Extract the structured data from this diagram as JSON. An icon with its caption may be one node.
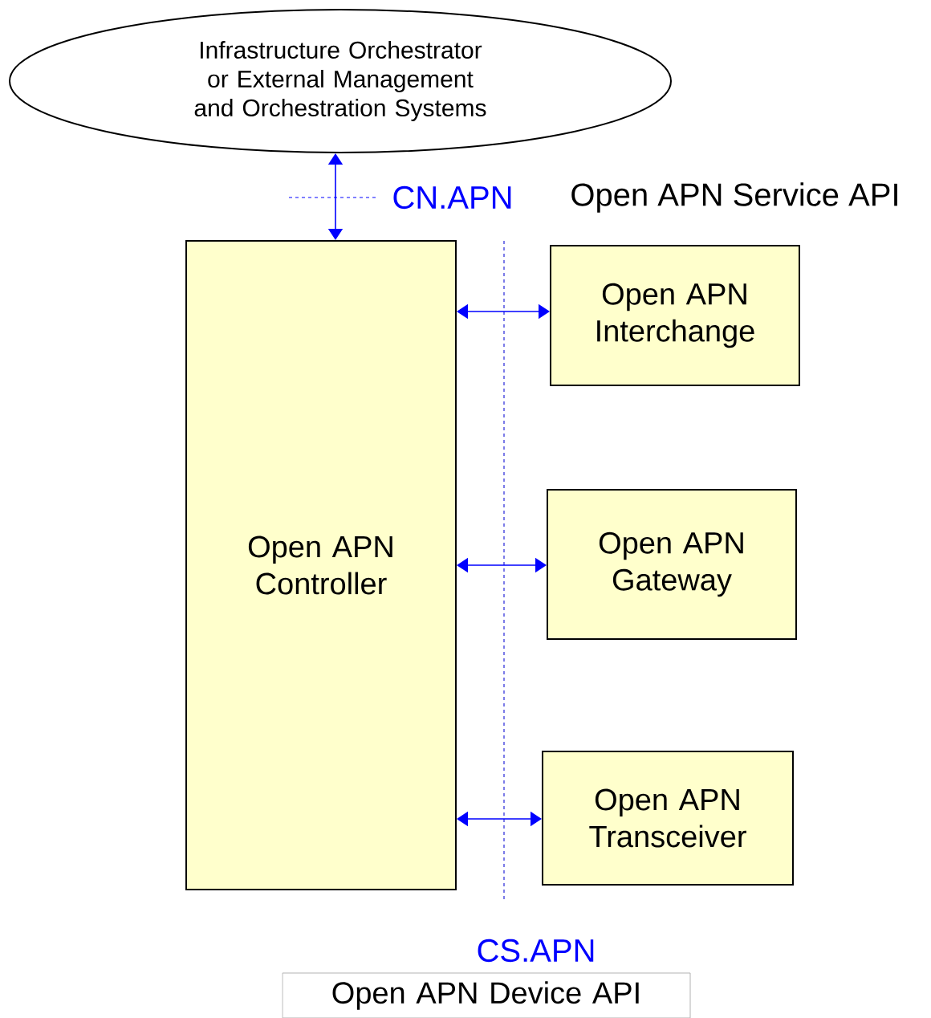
{
  "diagram": {
    "nodes": [
      {
        "text": [
          "Infrastructure Orchestrator or External Management and Orchestration Systems"
        ]
      },
      {
        "text": [
          "Open APN Controller"
        ]
      },
      {
        "text": [
          "Open APN Interchange"
        ]
      },
      {
        "text": [
          "Open APN Gateway"
        ]
      },
      {
        "text": [
          "Open APN Transceiver"
        ]
      },
      {
        "text": [
          "Open APN Device API"
        ]
      }
    ],
    "edges": [
      {
        "from": 0,
        "to": 1,
        "arrow": "both"
      },
      {
        "from": 1,
        "to": 2,
        "arrow": "both"
      },
      {
        "from": 1,
        "to": 3,
        "arrow": "both"
      },
      {
        "from": 1,
        "to": 4,
        "arrow": "both"
      }
    ],
    "labels": [
      "CN.APN",
      "Open APN Service API",
      "CS.APN"
    ]
  }
}
